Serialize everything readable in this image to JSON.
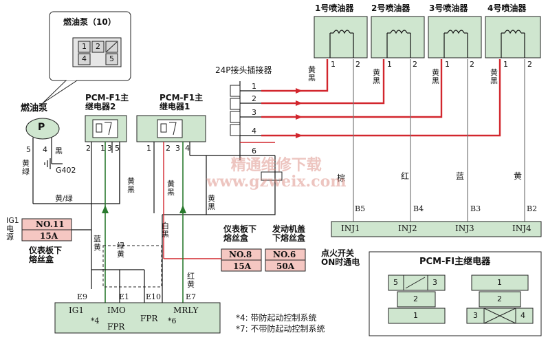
{
  "fuel_pump": {
    "callout_title": "燃油泵（10）",
    "pins": [
      "1",
      "2",
      "4",
      "5"
    ],
    "label": "燃油泵",
    "symbol": "P",
    "pin5": "5",
    "pin4": "4",
    "wire_black": "黑",
    "wire_yg": "黄/绿",
    "ground": "G402",
    "wire_yg2": "黄/绿",
    "wire_yg_vertical": "黄\n绿"
  },
  "relay2": {
    "title": "PCM-F1主\n继电器2",
    "pins": [
      "2",
      "1",
      "3",
      "5"
    ]
  },
  "relay1": {
    "title": "PCM-F1主\n继电器1",
    "pins": [
      "1",
      "2",
      "3",
      "4"
    ]
  },
  "connector": {
    "title": "24P接头插接器",
    "pins": [
      "1",
      "2",
      "3",
      "4",
      "6"
    ]
  },
  "injectors": [
    {
      "name": "1号喷油器",
      "pin1": "1",
      "pin2": "2",
      "wire": "黄\n黑",
      "color": "棕",
      "term": "B5",
      "inj": "INJ1"
    },
    {
      "name": "2号喷油器",
      "pin1": "1",
      "pin2": "2",
      "wire": "黄\n黑",
      "color": "红",
      "term": "B4",
      "inj": "INJ2"
    },
    {
      "name": "3号喷油器",
      "pin1": "1",
      "pin2": "2",
      "wire": "黄\n黑",
      "color": "蓝",
      "term": "B3",
      "inj": "INJ3"
    },
    {
      "name": "4号喷油器",
      "pin1": "1",
      "pin2": "2",
      "wire": "黄\n黑",
      "color": "黄",
      "term": "B2",
      "inj": "INJ4"
    }
  ],
  "wires": {
    "yb1": "黄\n黑",
    "yb2": "黄\n黑",
    "yb3": "黄\n黑",
    "blue_yellow": "蓝\n黄",
    "green_yellow": "绿\n黄",
    "white_black": "白\n黑",
    "red_yellow": "红\n黄"
  },
  "fuses": {
    "no11": "NO.11",
    "no11_amp": "15A",
    "ig1_power": "IG1\n电源",
    "panel_fusebox": "仪表板下\n熔丝盒",
    "no8": "NO.8",
    "no8_amp": "15A",
    "no8_box": "仪表板下\n熔丝盒",
    "no6": "NO.6",
    "no6_amp": "50A",
    "no6_box": "发动机盖\n下熔丝盒",
    "ignition_note": "点火开关\nON时通电"
  },
  "pcm": {
    "terms": [
      "E9",
      "E1",
      "E10",
      "E7"
    ],
    "labels": [
      "IG1",
      "IMO",
      "FPR",
      "MRLY"
    ],
    "notes": [
      "*4",
      "FPR",
      "*6"
    ]
  },
  "notes": {
    "n4": "*4: 带防起动控制系统",
    "n7": "*7: 不带防起动控制系统"
  },
  "relay_legend": {
    "title": "PCM-FI主继电器",
    "left_pins": [
      "5",
      "3",
      "2",
      "1"
    ],
    "right_pins": [
      "1",
      "2",
      "3",
      "4"
    ]
  },
  "watermark": "精通维修下载\nwww.gzweix.com"
}
